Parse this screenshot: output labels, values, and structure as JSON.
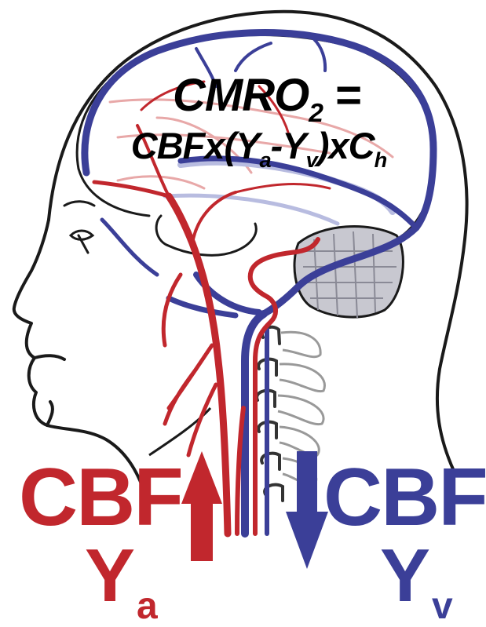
{
  "formula": {
    "line1_main": "CMRO",
    "line1_sub": "2",
    "line1_tail": " =",
    "line2_a": "CBFx(Y",
    "line2_sub_a": "a",
    "line2_b": "-Y",
    "line2_sub_b": "v",
    "line2_c": ")xC",
    "line2_sub_c": "h"
  },
  "arterial": {
    "label": "CBF",
    "symbol": "Y",
    "symbol_sub": "a",
    "color": "#c1272d",
    "direction": "up"
  },
  "venous": {
    "label": "CBF",
    "symbol": "Y",
    "symbol_sub": "v",
    "color": "#3b3f98",
    "direction": "down"
  },
  "colors": {
    "outline": "#1a1a1a",
    "artery": "#c1272d",
    "vein": "#3b3f98",
    "light_artery": "#e8a8a8",
    "light_vein": "#b8bce0",
    "cerebellum": "#b0b0b8"
  }
}
